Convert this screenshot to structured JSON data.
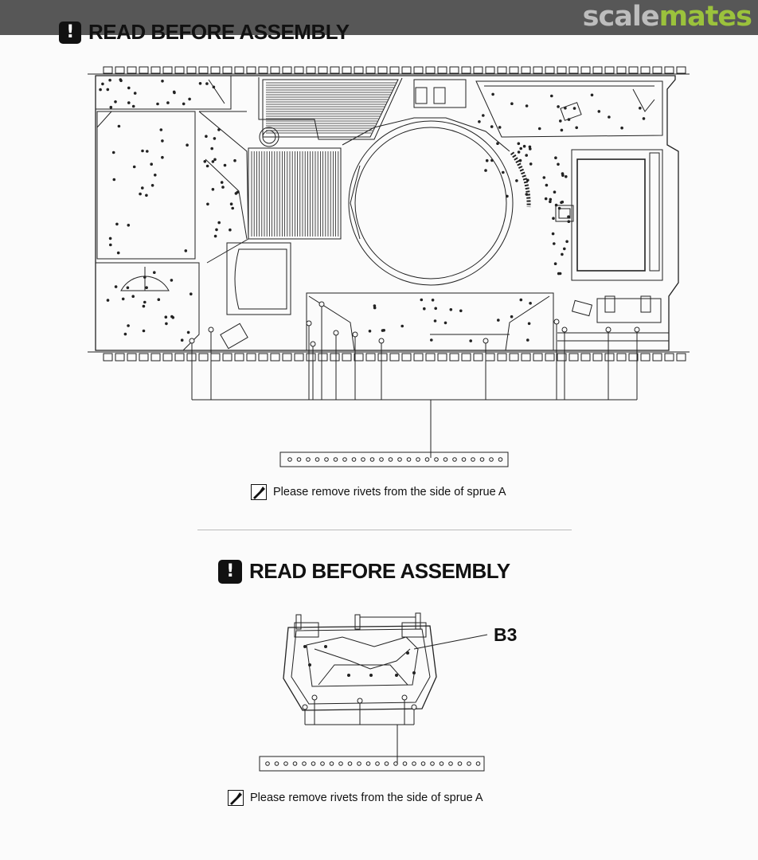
{
  "branding": {
    "part1": "scale",
    "part2": "mates",
    "color1": "#bdbdbd",
    "color2": "#9bc23c"
  },
  "section1": {
    "warn_symbol": "!",
    "heading": "READ BEFORE ASSEMBLY",
    "note": "Please remove rivets from the side of sprue A",
    "note_icon": "cutter-icon"
  },
  "section2": {
    "warn_symbol": "!",
    "heading": "READ BEFORE ASSEMBLY",
    "part_label": "B3",
    "note": "Please remove rivets from the side of sprue A",
    "note_icon": "cutter-icon"
  }
}
